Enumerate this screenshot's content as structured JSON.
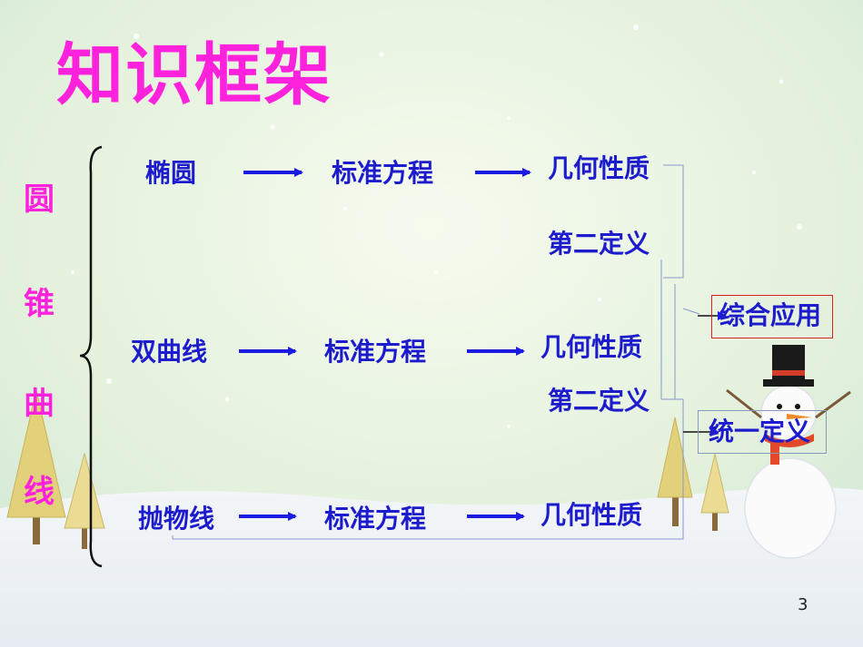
{
  "slide": {
    "title": "知识框架",
    "left_label_chars": [
      "圆",
      "锥",
      "曲",
      "线"
    ],
    "rows": [
      {
        "curve": "椭圆",
        "equation": "标准方程",
        "property": "几何性质",
        "definition": "第二定义"
      },
      {
        "curve": "双曲线",
        "equation": "标准方程",
        "property": "几何性质",
        "definition": "第二定义"
      },
      {
        "curve": "抛物线",
        "equation": "标准方程",
        "property": "几何性质"
      }
    ],
    "outcomes": {
      "application": "综合应用",
      "unified": "统一定义"
    },
    "page_number": "3"
  },
  "colors": {
    "title": "#ff22dd",
    "node_text": "#1d1ccc",
    "arrow": "#1a1ae0",
    "highlight_box": "#e02020",
    "background": "#e4f2e0"
  }
}
